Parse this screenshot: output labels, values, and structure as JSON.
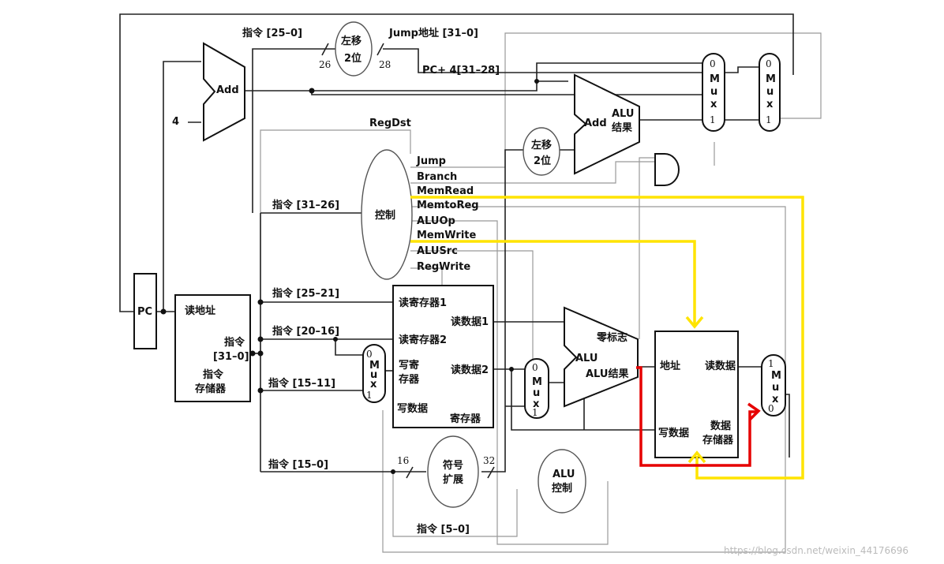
{
  "labels": {
    "instr_25_0": "指令 [25–0]",
    "shift_left_top": "左移",
    "two_bits_top": "2位",
    "n26": "26",
    "n28": "28",
    "jump_addr": "Jump地址 [31–0]",
    "pc4": "PC+ 4[31–28]",
    "add": "Add",
    "four": "4",
    "regdst": "RegDst",
    "jump": "Jump",
    "branch": "Branch",
    "memread": "MemRead",
    "memtoreg": "MemtoReg",
    "aluop": "ALUOp",
    "memwrite": "MemWrite",
    "alusrc": "ALUSrc",
    "regwrite": "RegWrite",
    "control": "控制",
    "instr_31_26": "指令 [31–26]",
    "instr_25_21": "指令 [25–21]",
    "instr_20_16": "指令 [20–16]",
    "instr_15_11": "指令 [15–11]",
    "instr_15_0": "指令 [15–0]",
    "instr_5_0": "指令 [5–0]",
    "pc": "PC",
    "read_addr": "读地址",
    "instr": "指令",
    "instr_31_0": "[31–0]",
    "instr_mem_1": "指令",
    "instr_mem_2": "存储器",
    "read_reg1": "读寄存器1",
    "read_reg2": "读寄存器2",
    "write_reg_1": "写寄",
    "write_reg_2": "存器",
    "write_data": "写数据",
    "read_data1": "读数据1",
    "read_data2": "读数据2",
    "registers": "寄存器",
    "shift_left_mid": "左移",
    "two_bits_mid": "2位",
    "alu_add": "Add",
    "alu_result_1": "ALU",
    "alu_result_2": "结果",
    "zero": "零标志",
    "alu": "ALU",
    "alu_result": "ALU结果",
    "addr": "地址",
    "read_data": "读数据",
    "mem_write_data": "写数据",
    "data_mem_1": "数据",
    "data_mem_2": "存储器",
    "n16": "16",
    "n32": "32",
    "sign_ext_1": "符号",
    "sign_ext_2": "扩展",
    "alu_ctrl_1": "ALU",
    "alu_ctrl_2": "控制",
    "mux_top1": "0 M u x 1",
    "watermark": "https://blog.csdn.net/weixin_44176696"
  },
  "mux_letters": [
    "M",
    "u",
    "x"
  ],
  "highlight_colors": {
    "yellow": "#ffe400",
    "red": "#e60000"
  }
}
